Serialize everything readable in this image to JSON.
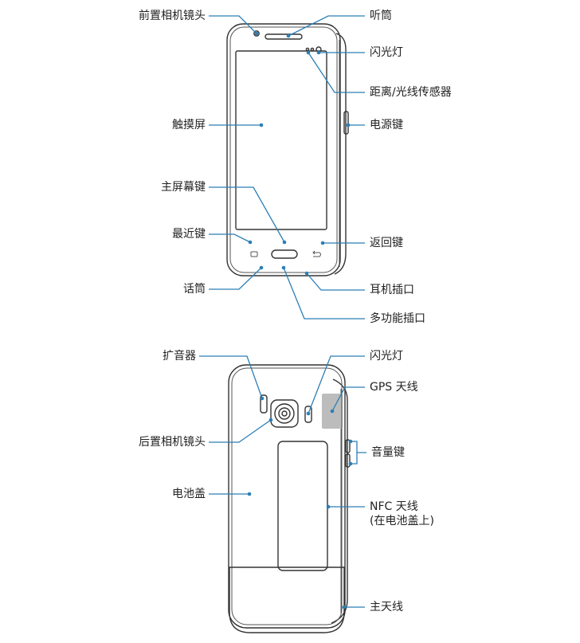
{
  "front": {
    "labels": {
      "front_camera": "前置相机镜头",
      "earpiece": "听筒",
      "flash": "闪光灯",
      "proximity_sensor": "距离/光线传感器",
      "power_key": "电源键",
      "touchscreen": "触摸屏",
      "home_key": "主屏幕键",
      "recent_key": "最近键",
      "back_key": "返回键",
      "microphone": "话筒",
      "headset_jack": "耳机插口",
      "multipurpose_jack": "多功能插口"
    }
  },
  "back": {
    "labels": {
      "speaker": "扩音器",
      "flash": "闪光灯",
      "gps_antenna": "GPS 天线",
      "rear_camera": "后置相机镜头",
      "volume_key": "音量键",
      "battery_cover": "电池盖",
      "nfc_antenna_line1": "NFC 天线",
      "nfc_antenna_line2": "(在电池盖上)",
      "main_antenna": "主天线"
    }
  },
  "colors": {
    "leader": "#2b7fb5",
    "outline": "#333333",
    "gps_zone": "#bcbcbc"
  }
}
